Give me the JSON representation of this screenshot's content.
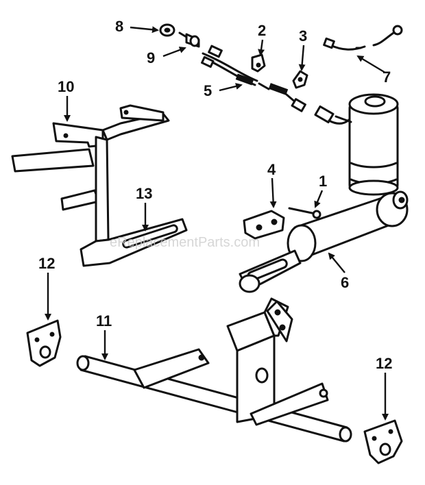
{
  "watermark": "eReplacementParts.com",
  "callouts": [
    "1",
    "2",
    "3",
    "4",
    "5",
    "6",
    "7",
    "8",
    "9",
    "10",
    "11",
    "12",
    "12",
    "13"
  ]
}
